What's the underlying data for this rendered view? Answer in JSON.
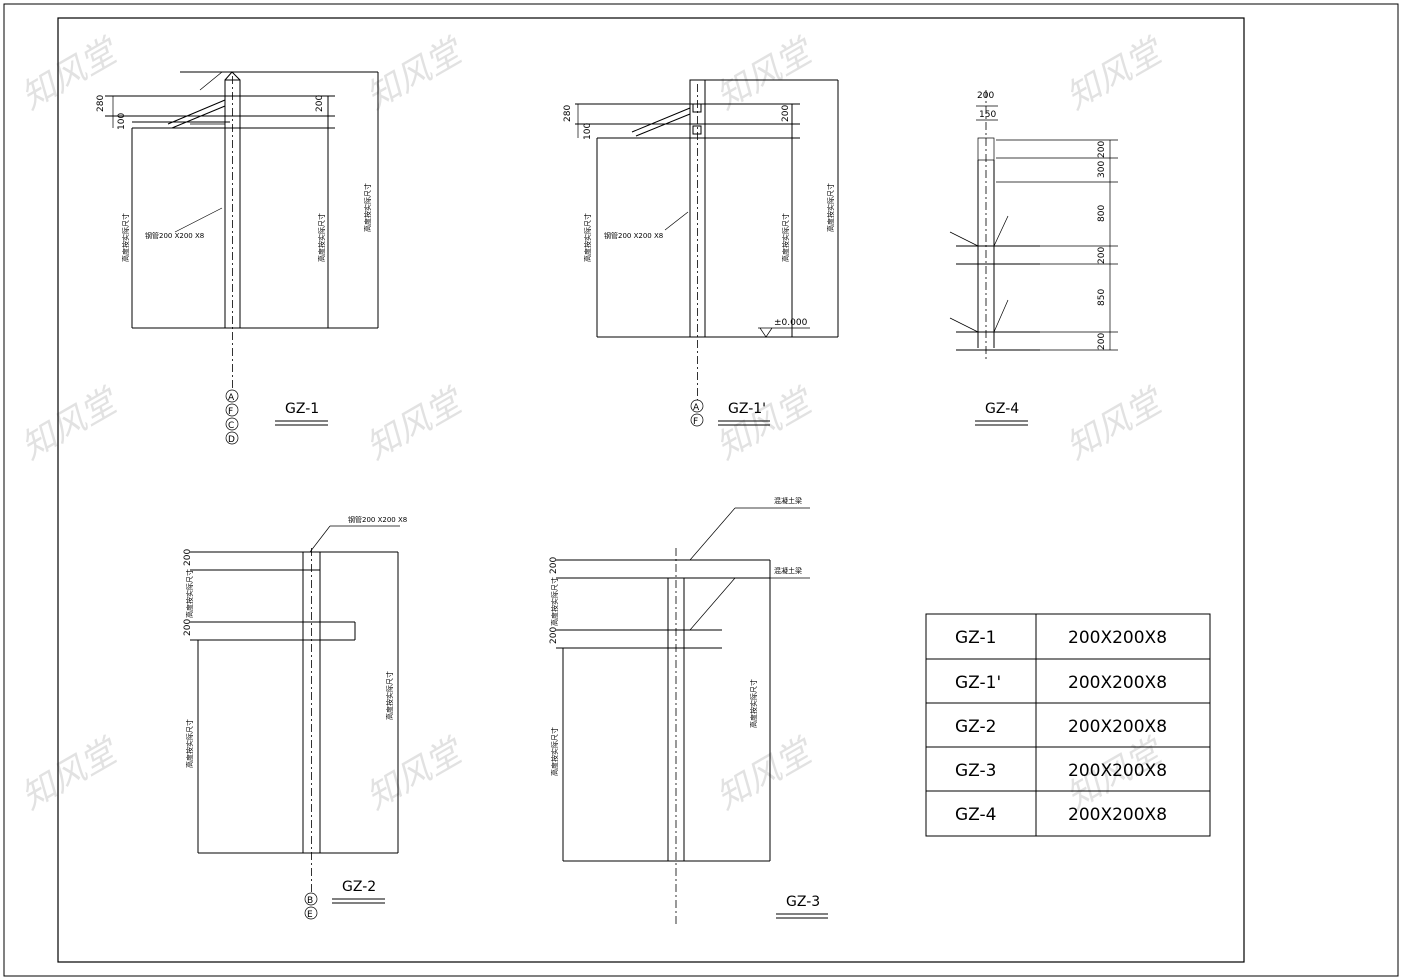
{
  "details": {
    "gz1": {
      "title": "GZ-1",
      "dims": [
        "280",
        "100",
        "200"
      ],
      "steel_note": "钢管200 X200 X8",
      "height_notes": [
        "高度按实际尺寸",
        "高度按实际尺寸",
        "高度按实际尺寸"
      ],
      "axes": [
        "A",
        "F",
        "C",
        "D"
      ]
    },
    "gz1p": {
      "title": "GZ-1'",
      "dims": [
        "280",
        "100",
        "200"
      ],
      "steel_note": "钢管200 X200 X8",
      "height_notes": [
        "高度按实际尺寸",
        "高度按实际尺寸",
        "高度按实际尺寸"
      ],
      "level": "±0.000",
      "axes": [
        "A",
        "F"
      ]
    },
    "gz4": {
      "title": "GZ-4",
      "dims_top": [
        "200",
        "150"
      ],
      "dims_right": [
        "200",
        "300",
        "800",
        "200",
        "850",
        "200"
      ]
    },
    "gz2": {
      "title": "GZ-2",
      "dims": [
        "200",
        "200"
      ],
      "steel_note": "钢管200 X200 X8",
      "height_notes": [
        "高度按实际尺寸",
        "高度按实际尺寸",
        "高度按实际尺寸"
      ],
      "axes": [
        "B",
        "E"
      ]
    },
    "gz3": {
      "title": "GZ-3",
      "dims": [
        "200",
        "200"
      ],
      "beam_notes": [
        "混凝土梁",
        "混凝土梁"
      ],
      "height_notes": [
        "高度按实际尺寸",
        "高度按实际尺寸",
        "高度按实际尺寸"
      ]
    }
  },
  "schedule": [
    {
      "mark": "GZ-1",
      "size": "200X200X8"
    },
    {
      "mark": "GZ-1'",
      "size": "200X200X8"
    },
    {
      "mark": "GZ-2",
      "size": "200X200X8"
    },
    {
      "mark": "GZ-3",
      "size": "200X200X8"
    },
    {
      "mark": "GZ-4",
      "size": "200X200X8"
    }
  ],
  "watermark": "知风堂"
}
